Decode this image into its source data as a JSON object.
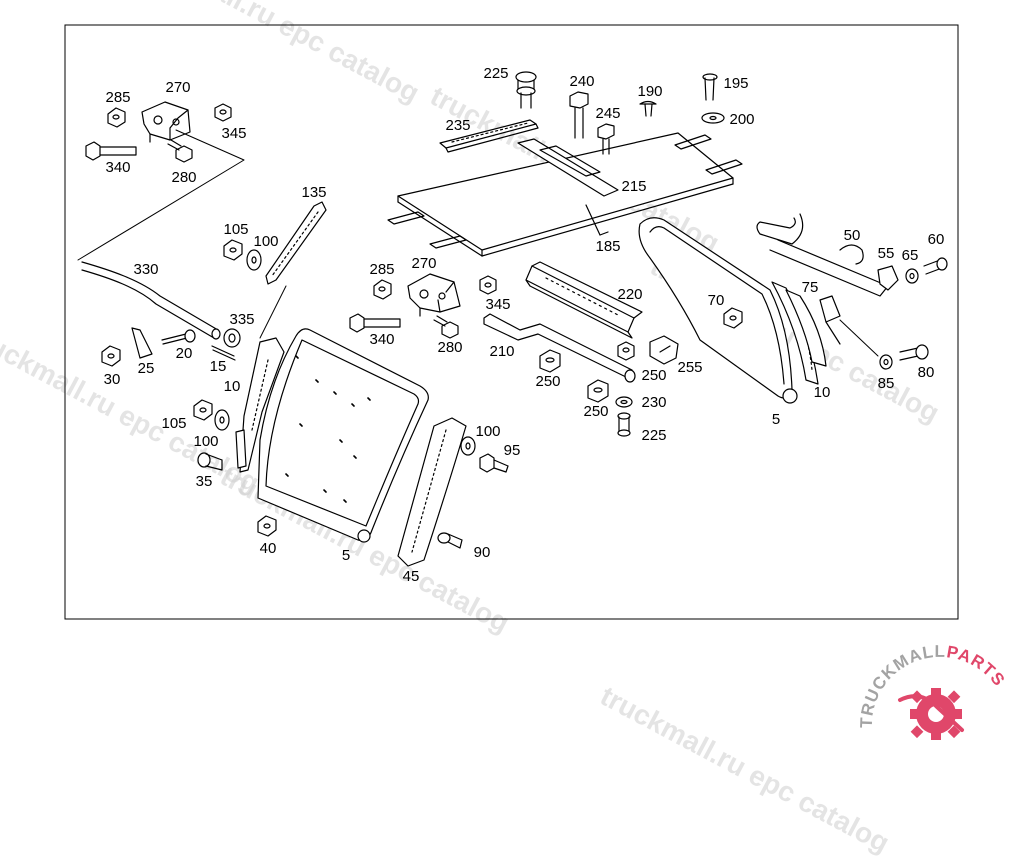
{
  "labels": {
    "p5a": "5",
    "p5b": "5",
    "p10a": "10",
    "p10b": "10",
    "p15": "15",
    "p20": "20",
    "p25": "25",
    "p30": "30",
    "p35": "35",
    "p40": "40",
    "p45": "45",
    "p50": "50",
    "p55": "55",
    "p60": "60",
    "p65": "65",
    "p70": "70",
    "p75": "75",
    "p80": "80",
    "p85": "85",
    "p90": "90",
    "p95": "95",
    "p100a": "100",
    "p100b": "100",
    "p100c": "100",
    "p105a": "105",
    "p105b": "105",
    "p135": "135",
    "p185": "185",
    "p190": "190",
    "p195": "195",
    "p200": "200",
    "p210": "210",
    "p215": "215",
    "p220": "220",
    "p225a": "225",
    "p225b": "225",
    "p230": "230",
    "p235": "235",
    "p240": "240",
    "p245": "245",
    "p250a": "250",
    "p250b": "250",
    "p250c": "250",
    "p255": "255",
    "p270a": "270",
    "p270b": "270",
    "p280a": "280",
    "p280b": "280",
    "p285a": "285",
    "p285b": "285",
    "p330": "330",
    "p335": "335",
    "p340a": "340",
    "p340b": "340",
    "p345a": "345",
    "p345b": "345"
  },
  "watermark": {
    "text_1": "truckmall.ru epc catalog",
    "text_2": "truckmall.ru epc catalog",
    "text_3": "truckmall.ru epc catalog",
    "text_4": "truckmall.ru epc catalog",
    "text_5": "truckmall.ru epc catalog",
    "text_6": "truckmall.ru epc catalog"
  },
  "logo": {
    "text_dark": "TRUCKMALL",
    "text_accent": "PARTS",
    "accent_color": "#e0476a",
    "dark_color": "#a3a3a3"
  }
}
